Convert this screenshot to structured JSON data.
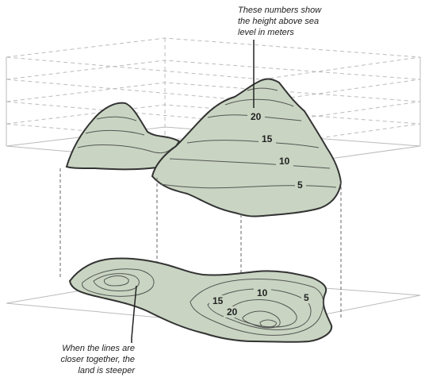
{
  "annotations": {
    "top_note": [
      "These numbers show",
      "the height above sea",
      "level in meters"
    ],
    "bottom_note": [
      "When the lines are",
      "closer together, the",
      "land is steeper"
    ]
  },
  "hill_labels": [
    "20",
    "15",
    "10",
    "5"
  ],
  "map_labels": [
    "15",
    "10",
    "5",
    "20"
  ],
  "colors": {
    "land_fill": "#c9d5c2",
    "contour_stroke": "#555555",
    "outline_stroke": "#333333",
    "grid_stroke": "#bbbbbb"
  }
}
